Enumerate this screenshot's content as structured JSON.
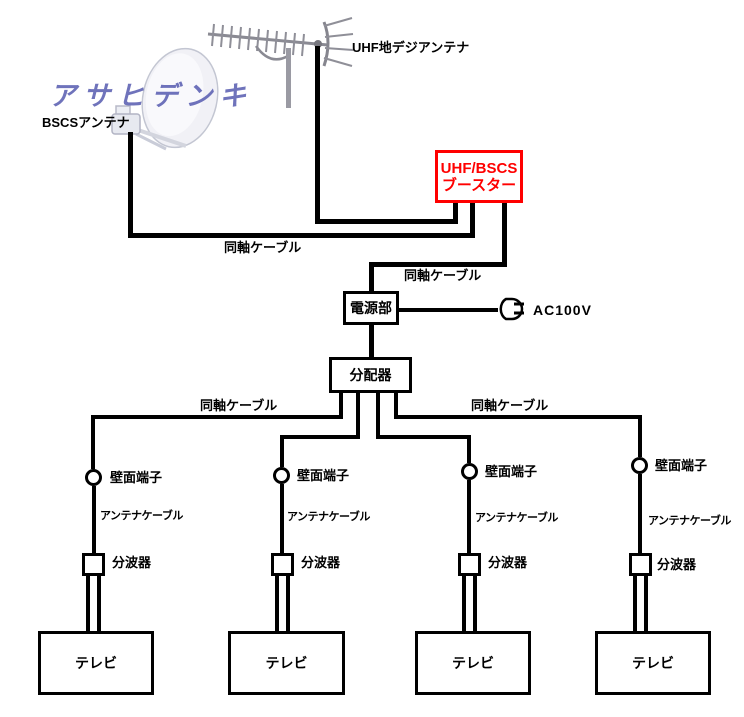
{
  "watermark": "アサヒデンキ",
  "labels": {
    "bscs_antenna": "BSCSアンテナ",
    "uhf_antenna": "UHF地デジアンテナ",
    "coax_top": "同軸ケーブル",
    "coax_booster_out": "同軸ケーブル",
    "coax_branch_left": "同軸ケーブル",
    "coax_branch_right": "同軸ケーブル",
    "ac_power": "AC100V"
  },
  "booster": {
    "line1": "UHF/BSCS",
    "line2": "ブースター"
  },
  "power_unit": {
    "label": "電源部"
  },
  "splitter": {
    "label": "分配器"
  },
  "branches": [
    {
      "wall_terminal": "壁面端子",
      "cable": "アンテナケーブル",
      "separator": "分波器",
      "tv": "テレビ"
    },
    {
      "wall_terminal": "壁面端子",
      "cable": "アンテナケーブル",
      "separator": "分波器",
      "tv": "テレビ"
    },
    {
      "wall_terminal": "壁面端子",
      "cable": "アンテナケーブル",
      "separator": "分波器",
      "tv": "テレビ"
    },
    {
      "wall_terminal": "壁面端子",
      "cable": "アンテナケーブル",
      "separator": "分波器",
      "tv": "テレビ"
    }
  ],
  "colors": {
    "wire": "#000000",
    "booster_accent": "#ff0000",
    "watermark_blue": "#565bb0"
  }
}
